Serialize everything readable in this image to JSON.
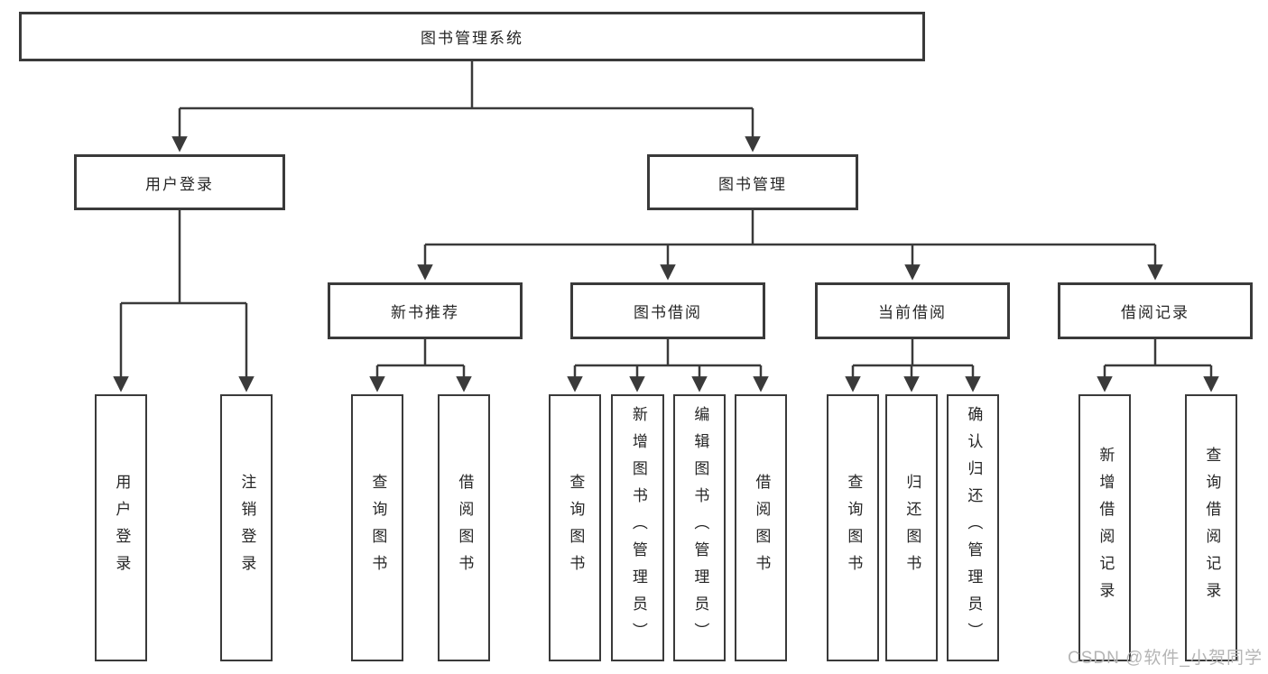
{
  "diagram": {
    "type": "hierarchy-tree",
    "tree": {
      "root": {
        "label": "图书管理系统",
        "children": [
          {
            "label": "用户登录",
            "children": [
              {
                "label": "用户登录"
              },
              {
                "label": "注销登录"
              }
            ]
          },
          {
            "label": "图书管理",
            "children": [
              {
                "label": "新书推荐",
                "children": [
                  {
                    "label": "查询图书"
                  },
                  {
                    "label": "借阅图书"
                  }
                ]
              },
              {
                "label": "图书借阅",
                "children": [
                  {
                    "label": "查询图书"
                  },
                  {
                    "label": "新增图书（管理员）"
                  },
                  {
                    "label": "编辑图书（管理员）"
                  },
                  {
                    "label": "借阅图书"
                  }
                ]
              },
              {
                "label": "当前借阅",
                "children": [
                  {
                    "label": "查询图书"
                  },
                  {
                    "label": "归还图书"
                  },
                  {
                    "label": "确认归还（管理员）"
                  }
                ]
              },
              {
                "label": "借阅记录",
                "children": [
                  {
                    "label": "新增借阅记录"
                  },
                  {
                    "label": "查询借阅记录"
                  }
                ]
              }
            ]
          }
        ]
      }
    },
    "colors": {
      "line": "#3a3a3a",
      "box_border": "#3a3a3a",
      "box_fill": "#ffffff",
      "text": "#262626",
      "background": "#ffffff",
      "watermark": "#b5b5b5"
    }
  },
  "watermark": {
    "text": "CSDN @软件_小贺同学"
  }
}
